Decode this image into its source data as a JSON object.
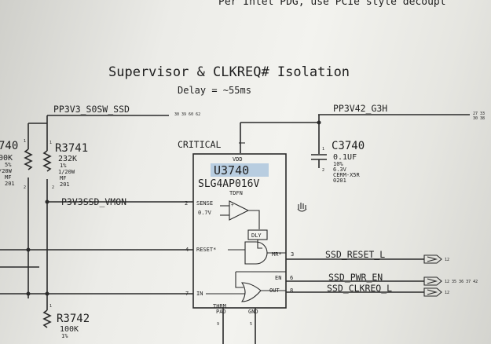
{
  "header_note": "Per Intel PDG, use PCIe style decoupl",
  "title": "Supervisor & CLKREQ# Isolation",
  "subtitle": "Delay = ~55ms",
  "nets": {
    "pp3v3": "PP3V3_S0SW_SSD",
    "pp3v3_refs": "30 39 60 62",
    "pp3v42": "PP3V42_G3H",
    "pp3v42_refs_top": "27 33",
    "pp3v42_refs_bot": "30 38",
    "vmon": "P3V3SSD_VMON",
    "reset": "SSD_RESET_L",
    "pwr_en": "SSD_PWR_EN",
    "clkreq": "SSD_CLKREQ_L",
    "critical": "CRITICAL"
  },
  "ic": {
    "refdes": "U3740",
    "part": "SLG4AP016V",
    "package": "TDFN",
    "vdd": "VDD",
    "sense": "SENSE",
    "sense_pin": "2",
    "vref": "0.7V",
    "dly": "DLY",
    "reset_pin_label": "RESET*",
    "reset_pin": "4",
    "mr_label": "MR*",
    "mr_pin": "3",
    "en_label": "EN",
    "en_pin": "6",
    "in_label": "IN",
    "in_pin": "7",
    "out_label": "OUT",
    "out_pin": "8",
    "thrm": "THRM",
    "pad": "PAD",
    "gnd": "GND",
    "pin_ga": "9",
    "pin_gb": "5"
  },
  "r_left": {
    "refdes": "740",
    "value": "00K",
    "tol": "5%",
    "power": "/20W",
    "type": "MF",
    "size": "201",
    "pin2": "2",
    "pin1": "1"
  },
  "r3741": {
    "refdes": "R3741",
    "value": "232K",
    "tol": "1%",
    "power": "1/20W",
    "type": "MF",
    "size": "201",
    "pin1": "1",
    "pin2": "2"
  },
  "c3740": {
    "refdes": "C3740",
    "value": "0.1UF",
    "tol": "10%",
    "voltage": "6.3V",
    "type": "CERM-X5R",
    "size": "0201",
    "pin1": "1",
    "pin2": "2"
  },
  "r3742": {
    "refdes": "R3742",
    "value": "100K",
    "tol": "1%",
    "pin1": "1"
  },
  "offpage": {
    "reset_ref": "12",
    "pwr_en_ref": "12 35 36 37 42",
    "clkreq_ref": "12"
  },
  "annotation": "hand-cursor-mark"
}
